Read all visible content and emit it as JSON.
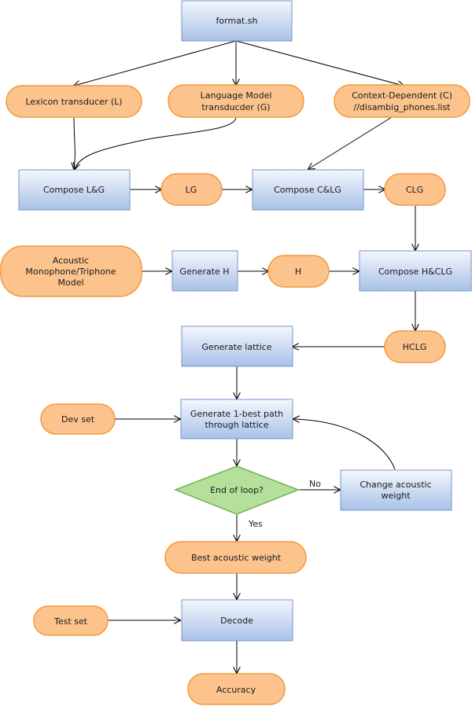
{
  "nodes": {
    "format": "format.sh",
    "lexicon": "Lexicon transducer (L)",
    "lm": [
      "Language Model",
      "transducder (G)"
    ],
    "context": [
      "Context-Dependent (C)",
      "//disambig_phones.list"
    ],
    "compose_lg": "Compose L&G",
    "lg": "LG",
    "compose_clg": "Compose C&LG",
    "clg": "CLG",
    "acoustic": [
      "Acoustic",
      "Monophone/Triphone",
      "Model"
    ],
    "generate_h": "Generate H",
    "h": "H",
    "compose_hclg": "Compose H&CLG",
    "generate_lattice": "Generate lattice",
    "hclg": "HCLG",
    "dev_set": "Dev set",
    "one_best": [
      "Generate 1-best path",
      "through lattice"
    ],
    "end_loop": "End of loop?",
    "change_weight": [
      "Change acoustic",
      "weight"
    ],
    "best_weight": "Best acoustic weight",
    "test_set": "Test set",
    "decode": "Decode",
    "accuracy": "Accuracy"
  },
  "edge_labels": {
    "no": "No",
    "yes": "Yes"
  },
  "colors": {
    "process_fill_top": "#f4f7fc",
    "process_fill_bottom": "#a9c1e8",
    "process_border": "#7a96c8",
    "io_fill": "#fcc38d",
    "io_border": "#f29a3c",
    "decision_fill": "#b4e09c",
    "decision_border": "#73b34f"
  }
}
